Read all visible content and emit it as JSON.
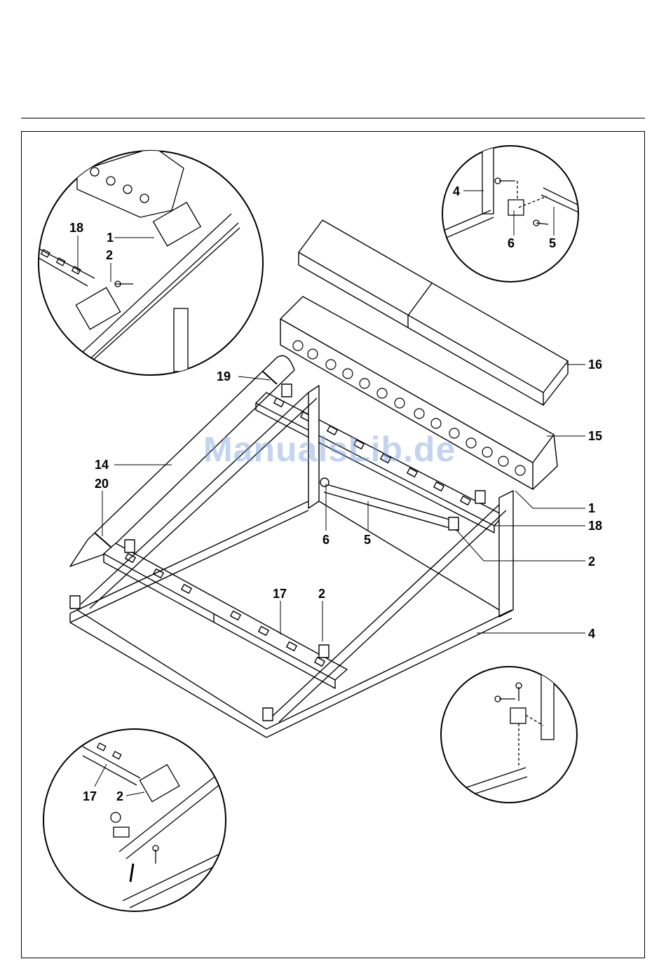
{
  "watermark": "ManualsLib.de",
  "callouts": {
    "c1_inset": "1",
    "c2_inset": "2",
    "c18_inset": "18",
    "c4_inset": "4",
    "c6_inset": "6",
    "c5_inset": "5",
    "c19": "19",
    "c16": "16",
    "c15": "15",
    "c14": "14",
    "c20": "20",
    "c1": "1",
    "c18": "18",
    "c6": "6",
    "c5": "5",
    "c2_right": "2",
    "c17": "17",
    "c2_mid": "2",
    "c4": "4",
    "c17_inset": "17",
    "c2_inset_bottom": "2"
  }
}
